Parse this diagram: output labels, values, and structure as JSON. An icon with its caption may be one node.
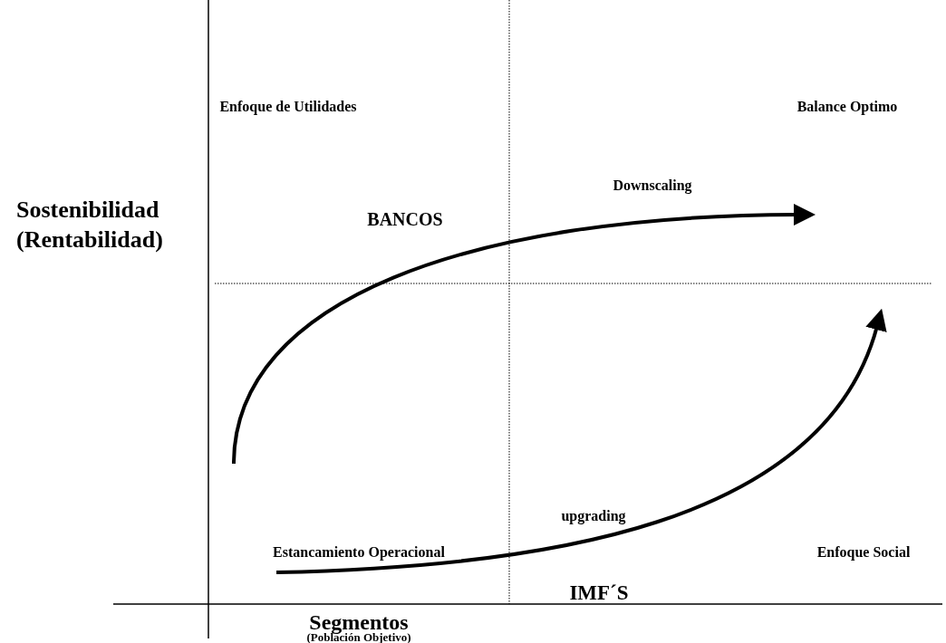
{
  "diagram": {
    "labels": [
      "Enfoque de Utilidades",
      "Balance Optimo",
      "Downscaling",
      "Sostenibilidad (Rentabilidad)",
      "BANCOS",
      "upgrading",
      "Estancamiento Operacional",
      "Enfoque Social",
      "IMF´S",
      "Segmentos",
      "(Población Objetivo)"
    ]
  }
}
